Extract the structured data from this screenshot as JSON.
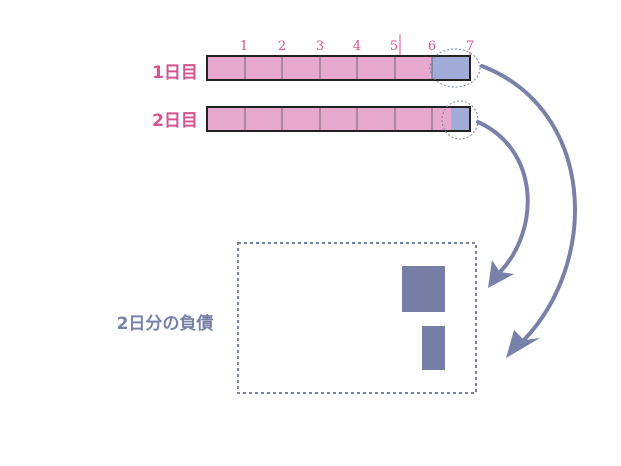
{
  "colors": {
    "pink_fill": "#e6a8cc",
    "pink_text": "#d5538e",
    "blue_fill": "#a3abd8",
    "slate": "#7882a8",
    "dark_block": "#767ea6",
    "border": "#222222"
  },
  "diagram": {
    "ticks": [
      "1",
      "2",
      "3",
      "4",
      "5",
      "6",
      "7"
    ],
    "rows": [
      {
        "label": "1日目",
        "segments": 6,
        "overflow_fraction": 1.0
      },
      {
        "label": "2日目",
        "segments": 6,
        "overflow_fraction": 0.5
      }
    ],
    "debt_label": "2日分の負債",
    "debt_blocks": [
      "day1-overflow",
      "day2-overflow"
    ]
  }
}
